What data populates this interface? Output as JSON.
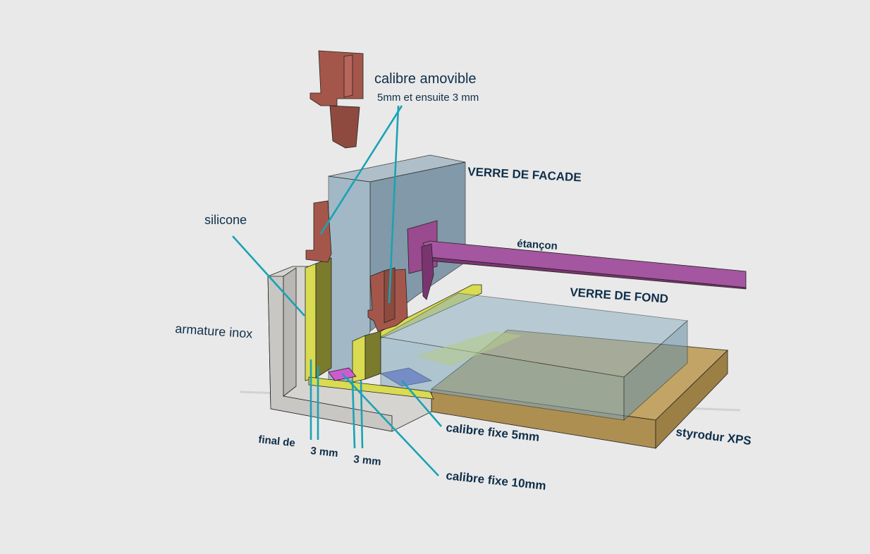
{
  "labels": {
    "calibre_amovible": "calibre amovible",
    "calibre_amovible_sub": "5mm et ensuite 3 mm",
    "verre_de_facade": "VERRE DE FACADE",
    "silicone": "silicone",
    "etancon": "étançon",
    "verre_de_fond": "VERRE DE FOND",
    "armature_inox": "armature inox",
    "final_de": "final de",
    "gap_1": "3 mm",
    "gap_2": "3 mm",
    "calibre_fixe_5": "calibre fixe 5mm",
    "calibre_fixe_10": "calibre fixe 10mm",
    "styrodur": "styrodur XPS"
  },
  "colors": {
    "background": "#e9e9e9",
    "leader_lines": "#1aa3b4",
    "label_text": "#0f2f4a",
    "calibre_amovible": "#a5564a",
    "silicone": "#c9cb4a",
    "etancon": "#9a4a8e",
    "glass": "#6f97b0",
    "inox": "#d4d2cf",
    "styrodur": "#b89a5c",
    "calibre_fixe_5": "#6b6bd6",
    "calibre_fixe_10": "#d05ad0"
  }
}
